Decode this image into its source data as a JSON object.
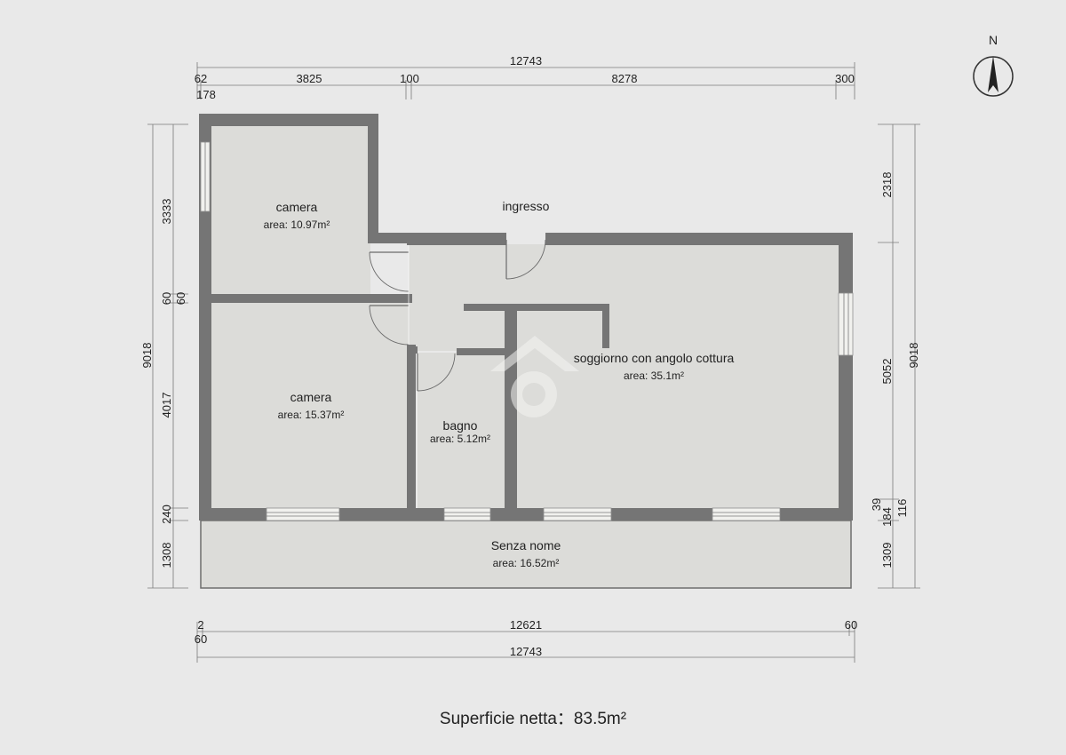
{
  "compass": {
    "label": "N"
  },
  "dims_top": {
    "total": "12743",
    "segments": [
      "62",
      "178",
      "3825",
      "100",
      "8278",
      "300"
    ]
  },
  "dims_bottom": {
    "segments": [
      "2",
      "60",
      "12621",
      "60"
    ],
    "total": "12743"
  },
  "dims_left": {
    "total": "9018",
    "segments": [
      "3333",
      "60",
      "60",
      "4017",
      "240",
      "1308"
    ]
  },
  "dims_right": {
    "total": "9018",
    "segments": [
      "2318",
      "5052",
      "39",
      "184",
      "116",
      "1309"
    ]
  },
  "rooms": {
    "camera1": {
      "label": "camera",
      "area": "area: 10.97m²"
    },
    "camera2": {
      "label": "camera",
      "area": "area: 15.37m²"
    },
    "ingresso": {
      "label": "ingresso"
    },
    "soggiorno": {
      "label": "soggiorno con angolo cottura",
      "area": "area: 35.1m²"
    },
    "bagno": {
      "label": "bagno",
      "area": "area: 5.12m²"
    },
    "balcone": {
      "label": "Senza nome",
      "area": "area: 16.52m²"
    }
  },
  "summary": {
    "text": "Superficie netta：83.5m²"
  }
}
